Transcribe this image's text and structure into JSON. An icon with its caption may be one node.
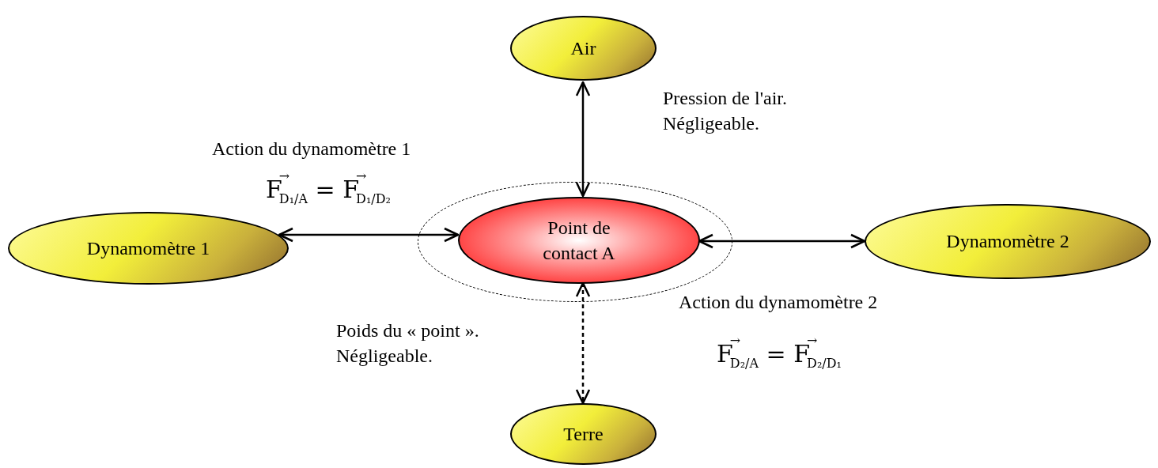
{
  "diagram": {
    "nodes": [
      {
        "text": [
          "Air"
        ]
      },
      {
        "text": [
          "Dynamomètre 1"
        ]
      },
      {
        "text": [],
        "shape": "ellipse"
      },
      {
        "text": [
          "Point de contact A"
        ],
        "in": 2
      },
      {
        "text": [
          "Dynamomètre 2"
        ]
      },
      {
        "text": [
          "Terre"
        ]
      }
    ],
    "edges": [
      {
        "from": 0,
        "to": 3,
        "arrow": "both"
      },
      {
        "from": 1,
        "to": 3,
        "arrow": "both"
      },
      {
        "from": 3,
        "to": 4,
        "arrow": "both"
      },
      {
        "from": 3,
        "to": 5,
        "arrow": "both",
        "style": "dashed"
      }
    ],
    "labels": [
      "Pression de l'air. Négligeable.",
      "Action du dynamomètre 1",
      "F$^{→}$$_{D₁/A}$ = F$^{→}$$_{D₁/D₂}$",
      "Action du dynamomètre 2",
      "Poids du « point ». Négligeable.",
      "F$^{→}$$_{D₂/A}$ = F$^{→}$$_{D₂/D₁}$"
    ]
  }
}
